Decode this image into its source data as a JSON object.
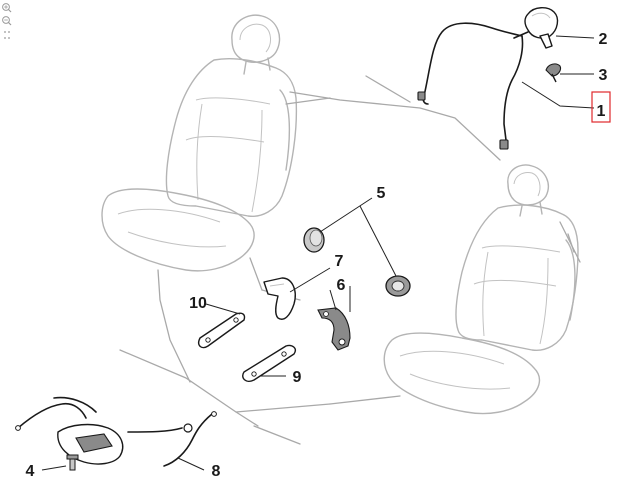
{
  "callouts": [
    {
      "id": "1",
      "label": "1",
      "highlighted": true
    },
    {
      "id": "2",
      "label": "2"
    },
    {
      "id": "3",
      "label": "3"
    },
    {
      "id": "4",
      "label": "4"
    },
    {
      "id": "5",
      "label": "5"
    },
    {
      "id": "6",
      "label": "6"
    },
    {
      "id": "7",
      "label": "7"
    },
    {
      "id": "8",
      "label": "8"
    },
    {
      "id": "9",
      "label": "9"
    },
    {
      "id": "10",
      "label": "10"
    }
  ],
  "highlight_color": "#e0282c",
  "viewer_tools": [
    {
      "icon": "zoom-in-icon"
    },
    {
      "icon": "zoom-out-icon"
    }
  ]
}
